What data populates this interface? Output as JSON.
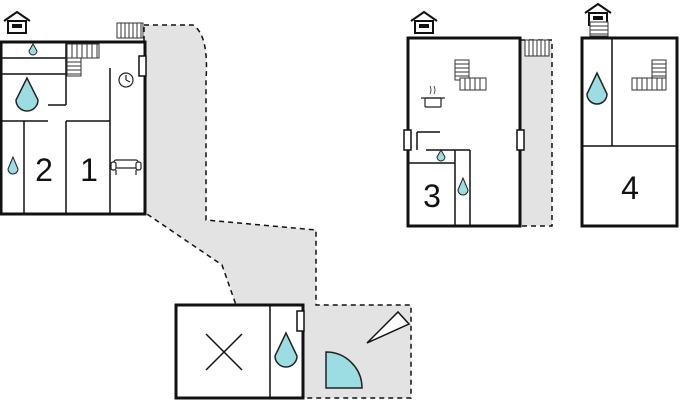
{
  "diagram": {
    "type": "floor-plan",
    "rooms": [
      {
        "id": "room-1",
        "label": "1"
      },
      {
        "id": "room-2",
        "label": "2"
      },
      {
        "id": "room-3",
        "label": "3"
      },
      {
        "id": "room-4",
        "label": "4"
      }
    ],
    "icons": {
      "house": "house-icon",
      "stairs": "stairs-icon",
      "water": "water-drop-icon",
      "clock": "clock-icon",
      "sofa": "sofa-icon",
      "pot": "cooking-pot-icon",
      "cross": "cross-icon",
      "pool": "pool-icon",
      "flag": "flag-icon",
      "door": "door-icon"
    },
    "colors": {
      "wall": "#111111",
      "outdoor": "#e3e3e3",
      "water": "#9bdde3",
      "water_stroke": "#222222",
      "background": "#ffffff"
    }
  }
}
